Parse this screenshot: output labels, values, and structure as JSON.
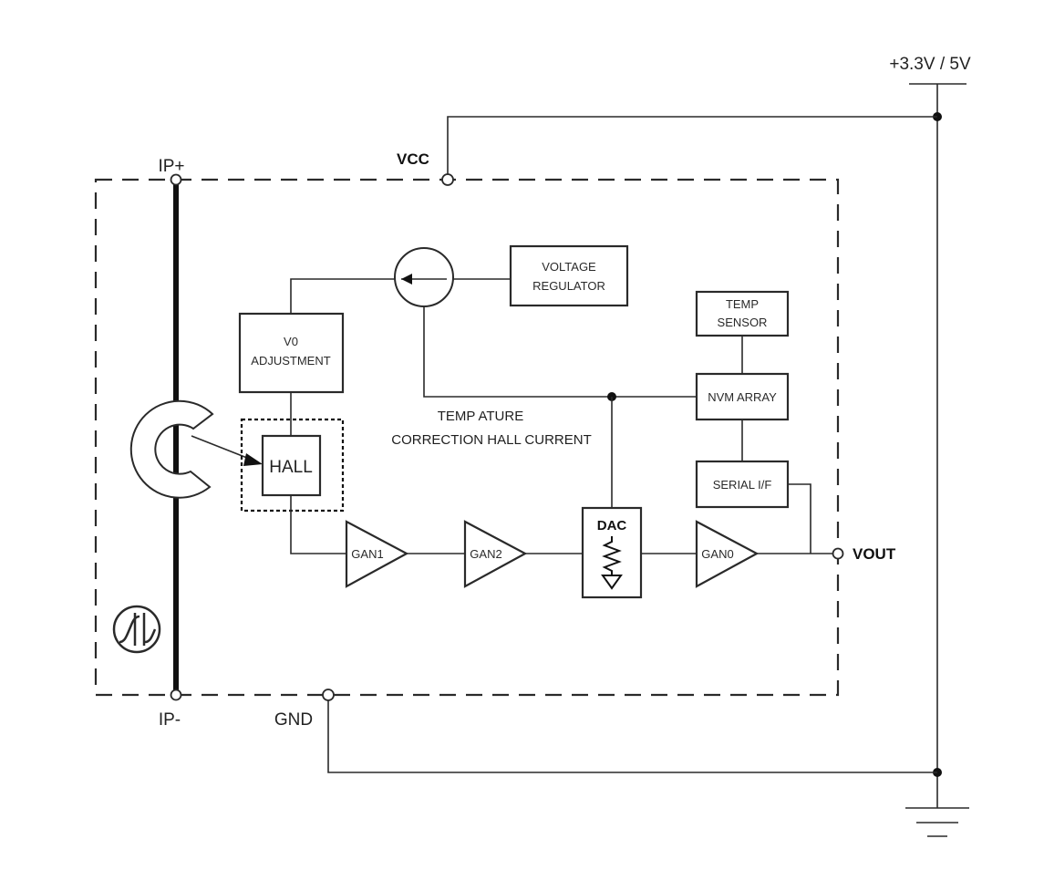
{
  "supply": {
    "label": "+3.3V / 5V"
  },
  "pins": {
    "ip_plus": "IP+",
    "ip_minus": "IP-",
    "vcc": "VCC",
    "gnd": "GND",
    "vout": "VOUT"
  },
  "blocks": {
    "voltage_regulator": [
      "VOLTAGE",
      "REGULATOR"
    ],
    "v0_adjustment": [
      "V0",
      "ADJUSTMENT"
    ],
    "temp_sensor": [
      "TEMP",
      "SENSOR"
    ],
    "nvm_array": "NVM ARRAY",
    "serial_if": "SERIAL I/F",
    "hall": "HALL",
    "dac": "DAC"
  },
  "amplifiers": [
    "GAN1",
    "GAN2",
    "GAN0"
  ],
  "annotation": [
    "TEMP ATURE",
    "CORRECTION HALL CURRENT"
  ]
}
